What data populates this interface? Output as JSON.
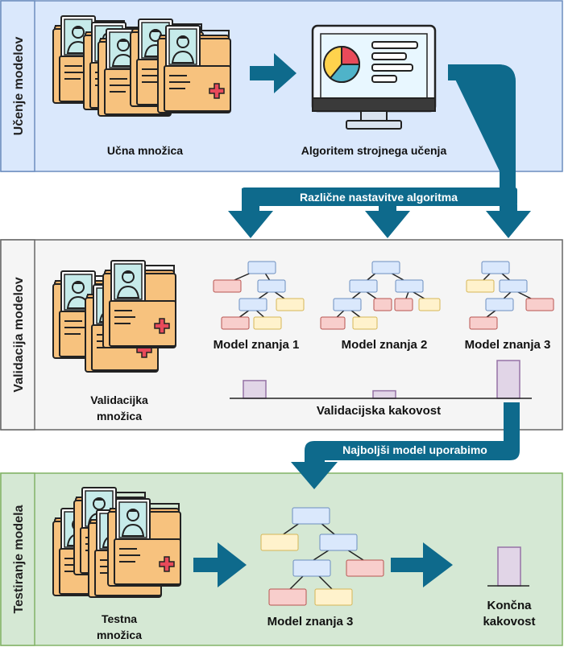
{
  "sections": {
    "training": {
      "label": "Učenje modelov"
    },
    "validation": {
      "label": "Validacija modelov"
    },
    "testing": {
      "label": "Testiranje modela"
    }
  },
  "training": {
    "dataset_caption": "Učna množica",
    "algorithm_caption": "Algoritem strojnega učenja"
  },
  "arrows": {
    "hyperparams_caption": "Različne nastavitve algoritma",
    "best_model_caption": "Najboljši model uporabimo"
  },
  "validation": {
    "dataset_caption_line1": "Validacijka",
    "dataset_caption_line2": "množica",
    "models": [
      {
        "label": "Model znanja 1",
        "quality": 0.47
      },
      {
        "label": "Model znanja 2",
        "quality": 0.2
      },
      {
        "label": "Model znanja 3",
        "quality": 1.0
      }
    ],
    "quality_caption": "Validacijska kakovost"
  },
  "testing": {
    "dataset_caption_line1": "Testna",
    "dataset_caption_line2": "množica",
    "model_caption": "Model znanja 3",
    "final_caption_line1": "Končna",
    "final_caption_line2": "kakovost",
    "final_quality": 1.0
  },
  "colors": {
    "arrow": "#0e6a8c",
    "training_bg": "#dae8fc",
    "training_border": "#6c8ebf",
    "validation_bg": "#f5f5f5",
    "validation_border": "#666666",
    "testing_bg": "#d5e8d4",
    "testing_border": "#82b366",
    "node_blue": "#dae8fc",
    "node_red": "#f8cecc",
    "node_yellow": "#fff2cc",
    "bar_fill": "#e1d5e7",
    "bar_stroke": "#9673a6",
    "folder": "#f7c27e"
  },
  "icons": {
    "patient_folder": "patient-folder-icon",
    "monitor_chart": "monitor-chart-icon",
    "decision_tree": "decision-tree-icon"
  }
}
